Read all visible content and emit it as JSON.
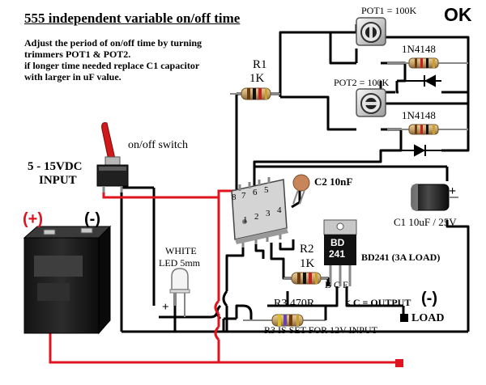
{
  "title": "555 independent variable on/off time",
  "status": "OK",
  "description": [
    "Adjust the period of on/off time by turning",
    "trimmers POT1 & POT2.",
    "if longer time needed replace C1 capacitor",
    "with larger in uF value."
  ],
  "labels": {
    "pot1": "POT1 = 100K",
    "pot2": "POT2 = 100K",
    "diode1": "1N4148",
    "diode2": "1N4148",
    "r1_name": "R1",
    "r1_value": "1K",
    "switch": "on/off switch",
    "input_voltage": "5 - 15VDC",
    "input_word": "INPUT",
    "battery_plus": "(+)",
    "battery_minus": "(-)",
    "c2": "C2 10nF",
    "c1": "C1 10uF / 25V",
    "c1_plus": "+",
    "r2_name": "R2",
    "r2_value": "1K",
    "transistor_line1": "BD",
    "transistor_line2": "241",
    "transistor_desc": "BD241 (3A LOAD)",
    "bce": "B C E",
    "led_line1": "WHITE",
    "led_line2": "LED 5mm",
    "led_plus": "+",
    "r3": "R3  470R",
    "output": "< C = OUTPUT",
    "load_minus": "(-)",
    "load": "LOAD",
    "r3_note": "R3 IS SET FOR 12V INPUT",
    "pin8": "8",
    "pin7": "7",
    "pin6": "6",
    "pin5": "5",
    "pin1": "1",
    "pin2": "2",
    "pin3": "3",
    "pin4": "4"
  },
  "colors": {
    "wire": "#000000",
    "red_wire": "#e0141e",
    "resistor_body": "#c9a56e",
    "c2_body": "#c8855a",
    "c1_body": "#1e1e1e",
    "chip_body": "#d4d4d4"
  }
}
